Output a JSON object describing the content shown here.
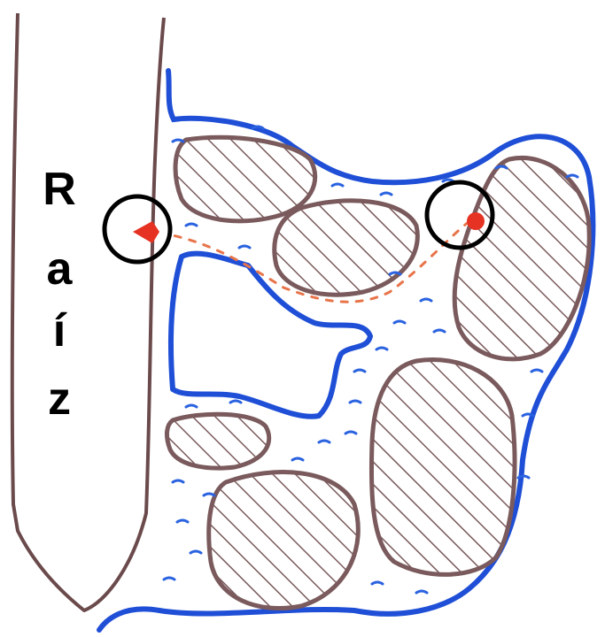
{
  "root_label": {
    "letters": [
      "R",
      "a",
      "í",
      "z"
    ]
  },
  "colors": {
    "root_outline": "#6b4a4c",
    "soil_particle_outline": "#7a5a5c",
    "soil_hatch": "#7a5a5c",
    "water_outline": "#1f4fd6",
    "water_film_dash": "#2a62e0",
    "solute_marker": "#e53222",
    "solute_path_dash": "#e8744a",
    "highlight_circle": "#000000"
  },
  "icons": {
    "solute_marker_root": "red-dot-icon",
    "solute_marker_particle": "red-dot-icon"
  }
}
